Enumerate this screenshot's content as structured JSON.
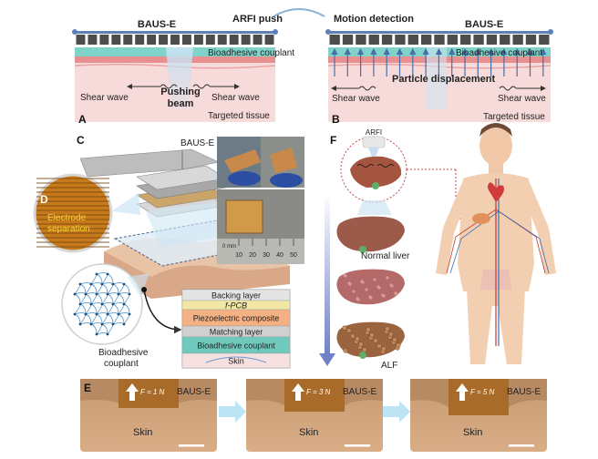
{
  "panel_a": {
    "letter": "A",
    "device": "BAUS-E",
    "action": "ARFI push",
    "couplant": "Bioadhesive couplant",
    "wave_left": "Shear wave",
    "wave_right": "Shear wave",
    "beam_line1": "Pushing",
    "beam_line2": "beam",
    "tissue": "Targeted tissue"
  },
  "panel_b": {
    "letter": "B",
    "device": "BAUS-E",
    "action": "Motion detection",
    "couplant": "Bioadhesive couplant",
    "displacement": "Particle displacement",
    "wave_left": "Shear wave",
    "wave_right": "Shear wave",
    "tissue": "Targeted tissue"
  },
  "panel_c": {
    "letter": "C",
    "device": "BAUS-E",
    "couplant_line1": "Bioadhesive",
    "couplant_line2": "couplant",
    "ruler_unit": "0 mm",
    "ruler_ticks": [
      "10",
      "20",
      "30",
      "40",
      "50"
    ],
    "layers": [
      "Backing layer",
      "f-PCB",
      "Piezoelectric composite",
      "Matching layer",
      "Bioadhesive couplant",
      "Skin"
    ]
  },
  "panel_d": {
    "letter": "D",
    "line1": "Electrode",
    "line2": "separation"
  },
  "panel_e": {
    "letter": "E",
    "frames": [
      {
        "force": "F = 1 N",
        "device": "BAUS-E",
        "skin": "Skin"
      },
      {
        "force": "F = 3 N",
        "device": "BAUS-E",
        "skin": "Skin"
      },
      {
        "force": "F = 5 N",
        "device": "BAUS-E",
        "skin": "Skin"
      }
    ]
  },
  "panel_f": {
    "letter": "F",
    "arfi": "ARFI",
    "normal": "Normal liver",
    "alf": "ALF"
  },
  "colors": {
    "couplant": "#7fd3c8",
    "tissue": "#f7dada",
    "skin_band": "#e88f8f",
    "layer_backing": "#e4e4e4",
    "layer_pcb": "#f3e7a5",
    "layer_piezo": "#f4b183",
    "layer_matching": "#d0d0d0",
    "layer_couplant": "#6fcabd",
    "layer_skin": "#f6e0e0",
    "liver_normal": "#9c5a4a",
    "liver_fibrotic": "#b56a6a",
    "liver_alf": "#9a6440",
    "arrow": "#8a9bd6"
  }
}
